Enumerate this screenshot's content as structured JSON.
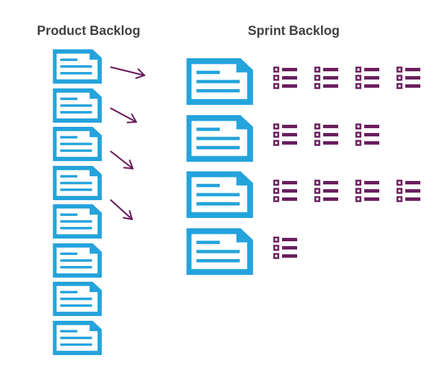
{
  "product_backlog": {
    "title": "Product Backlog",
    "item_count": 8,
    "item_icon": "document-icon"
  },
  "sprint_backlog": {
    "title": "Sprint Backlog",
    "stories": [
      {
        "task_count": 4
      },
      {
        "task_count": 3
      },
      {
        "task_count": 4
      },
      {
        "task_count": 1
      }
    ],
    "story_icon": "document-icon",
    "task_icon": "checklist-icon"
  },
  "arrows": {
    "count": 4,
    "icon": "arrow-icon"
  },
  "colors": {
    "document": "#24a3dc",
    "task": "#6a1f5e",
    "title": "#3f4244",
    "background": "#ffffff"
  }
}
